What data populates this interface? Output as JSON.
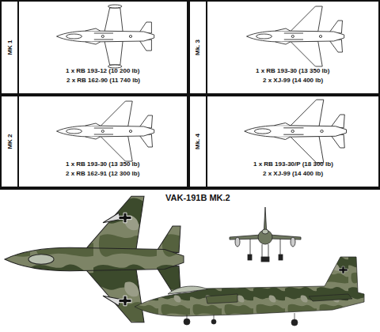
{
  "diagram": {
    "title": "VAK-191B MK.2",
    "nodes": [
      {
        "text": [
          "MK 1",
          "1 x RB 193-12 (10 200 lb)",
          "2 x RB 162-90 (11 740 lb)"
        ]
      },
      {
        "text": [
          "Mk. 3",
          "1 x RB 193-30 (13 350 lb)",
          "2 x XJ-99 (14 400 lb)"
        ]
      },
      {
        "text": [
          "MK 2",
          "1 x RB 193-30 (13 350 lb)",
          "2 x RB 162-91 (12 300 lb)"
        ]
      },
      {
        "text": [
          "Mk. 4",
          "1 x RB 193-30/P (18 300 lb)",
          "2 x XJ-99 (14 400 lb)"
        ]
      }
    ]
  }
}
